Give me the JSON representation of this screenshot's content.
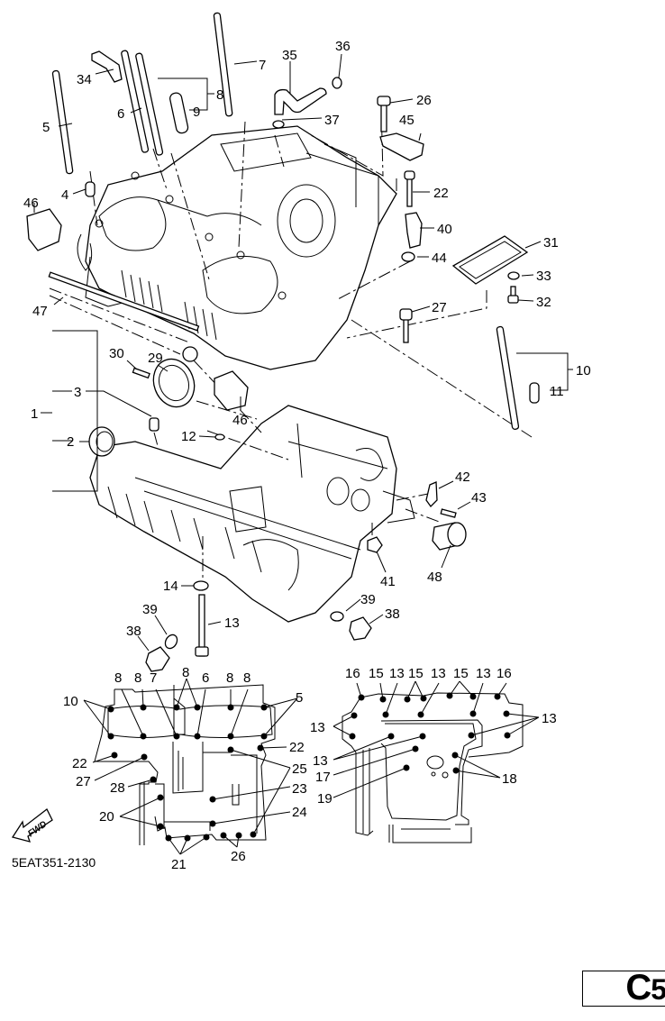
{
  "diagram": {
    "title": "Crankcase exploded view",
    "drawing_code": "5EAT351-2130",
    "forward_marker": "FWD",
    "page_badge": {
      "letter": "C",
      "number": "5"
    },
    "exploded_view_callouts": [
      "1",
      "2",
      "3",
      "4",
      "5",
      "6",
      "7",
      "8",
      "9",
      "10",
      "11",
      "12",
      "13",
      "14",
      "22",
      "26",
      "27",
      "29",
      "30",
      "31",
      "32",
      "33",
      "34",
      "35",
      "36",
      "37",
      "38",
      "38",
      "39",
      "39",
      "40",
      "41",
      "42",
      "43",
      "44",
      "45",
      "46",
      "46",
      "47",
      "48"
    ],
    "upper_case_bolt_map": {
      "top_labels": [
        "8",
        "8",
        "7",
        "8",
        "6",
        "8",
        "8"
      ],
      "side_labels": [
        "10",
        "5",
        "22",
        "22",
        "27",
        "28",
        "25",
        "23",
        "20",
        "24",
        "21",
        "26"
      ]
    },
    "lower_case_bolt_map": {
      "top_labels": [
        "16",
        "15",
        "13",
        "15",
        "13",
        "15",
        "13",
        "16"
      ],
      "side_labels": [
        "13",
        "13",
        "13",
        "17",
        "19",
        "18"
      ]
    }
  },
  "labels": {
    "l1": "1",
    "l2": "2",
    "l3": "3",
    "l4": "4",
    "l5": "5",
    "l6": "6",
    "l7": "7",
    "l8": "8",
    "l9": "9",
    "l10": "10",
    "l11": "11",
    "l12": "12",
    "l13": "13",
    "l14": "14",
    "l22": "22",
    "l26": "26",
    "l27": "27",
    "l29": "29",
    "l30": "30",
    "l31": "31",
    "l32": "32",
    "l33": "33",
    "l34": "34",
    "l35": "35",
    "l36": "36",
    "l37": "37",
    "l38a": "38",
    "l38b": "38",
    "l39a": "39",
    "l39b": "39",
    "l40": "40",
    "l41": "41",
    "l42": "42",
    "l43": "43",
    "l44": "44",
    "l45": "45",
    "l46a": "46",
    "l46b": "46",
    "l47": "47",
    "l48": "48"
  },
  "upper_map": {
    "t1": "8",
    "t2": "8",
    "t3": "7",
    "t4": "8",
    "t5": "6",
    "t6": "8",
    "t7": "8",
    "s10": "10",
    "s5": "5",
    "s22a": "22",
    "s22b": "22",
    "s27": "27",
    "s28": "28",
    "s25": "25",
    "s23": "23",
    "s20": "20",
    "s24": "24",
    "s21": "21",
    "s26": "26"
  },
  "lower_map": {
    "t16a": "16",
    "t15a": "15",
    "t13a": "13",
    "t15b": "15",
    "t13b": "13",
    "t15c": "15",
    "t13c": "13",
    "t16b": "16",
    "s13a": "13",
    "s13b": "13",
    "s13c": "13",
    "s17": "17",
    "s19": "19",
    "s18": "18"
  }
}
